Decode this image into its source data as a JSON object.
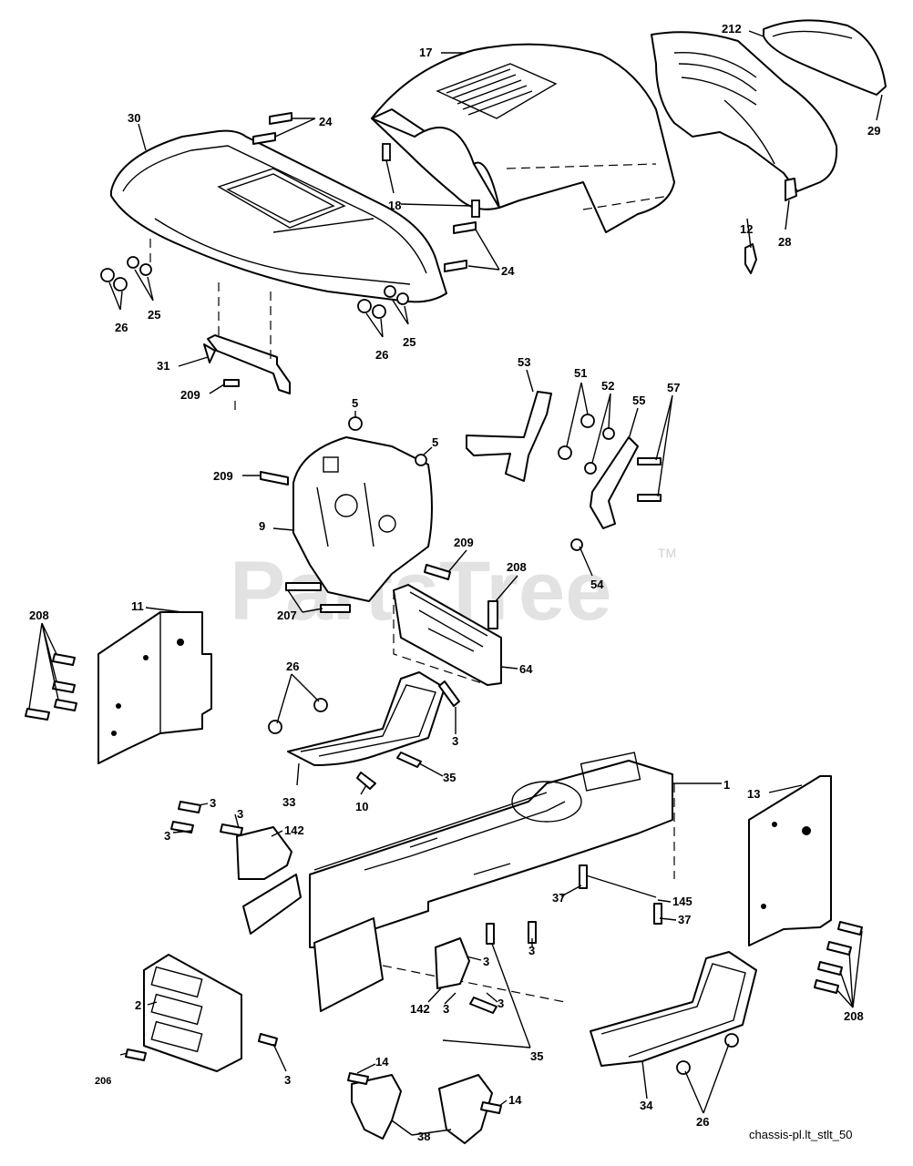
{
  "watermark": "PartsTree",
  "trademark": "TM",
  "footer": "chassis-pl.lt_stlt_50",
  "callouts": {
    "c17": "17",
    "c212": "212",
    "c29": "29",
    "c30": "30",
    "c24a": "24",
    "c18": "18",
    "c12": "12",
    "c28": "28",
    "c24b": "24",
    "c26a": "26",
    "c25a": "25",
    "c26b": "26",
    "c25b": "25",
    "c31": "31",
    "c209a": "209",
    "c53": "53",
    "c51": "51",
    "c52": "52",
    "c55": "55",
    "c57": "57",
    "c5a": "5",
    "c5b": "5",
    "c209b": "209",
    "c9": "9",
    "c209c": "209",
    "c208a": "208",
    "c54": "54",
    "c11": "11",
    "c208b": "208",
    "c207": "207",
    "c64": "64",
    "c26c": "26",
    "c3a": "3",
    "c35a": "35",
    "c33": "33",
    "c10": "10",
    "c1": "1",
    "c13": "13",
    "c3b": "3",
    "c3c": "3",
    "c3d": "3",
    "c142a": "142",
    "c37a": "37",
    "c145": "145",
    "c37b": "37",
    "c3e": "3",
    "c3f": "3",
    "c2": "2",
    "c142b": "142",
    "c3g": "3",
    "c3h": "3",
    "c208c": "208",
    "c35b": "35",
    "c206": "206",
    "c3i": "3",
    "c14a": "14",
    "c14b": "14",
    "c34": "34",
    "c26d": "26",
    "c38": "38"
  }
}
